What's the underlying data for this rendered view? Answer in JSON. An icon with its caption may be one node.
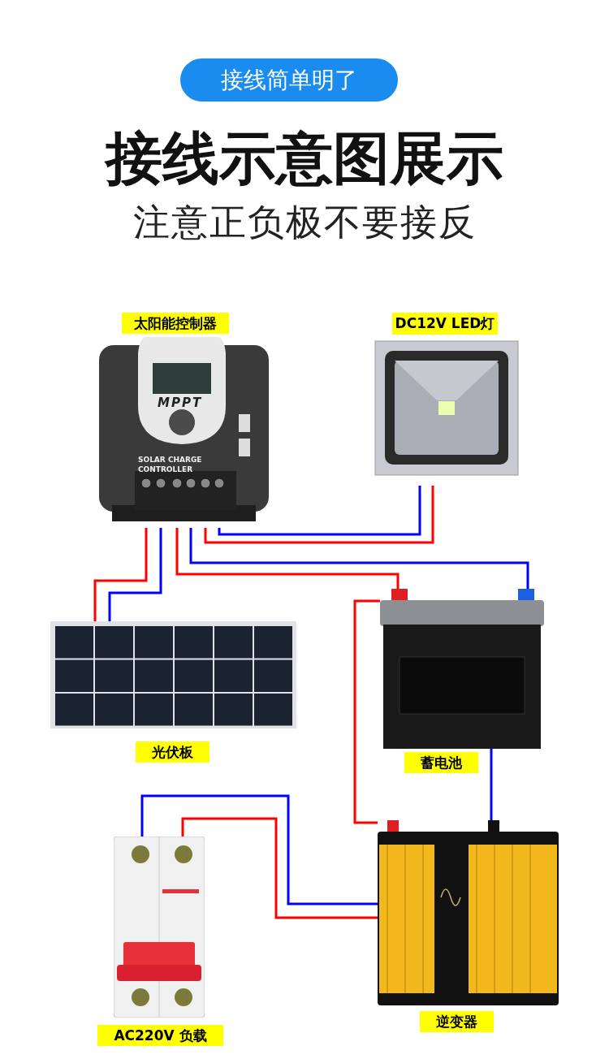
{
  "diagram": {
    "title": "接线示意图展示",
    "nodes": [
      {
        "text": [
          "太阳能控制器"
        ]
      },
      {
        "text": [
          "DC12V LED灯"
        ]
      },
      {
        "text": [
          "光伏板"
        ]
      },
      {
        "text": [
          "蓄电池"
        ]
      },
      {
        "text": [
          "AC220V 负载"
        ]
      },
      {
        "text": [
          "逆变器"
        ]
      }
    ],
    "edges": [
      {
        "from": 0,
        "to": 2,
        "arrow": "none",
        "color": "#ff0000"
      },
      {
        "from": 0,
        "to": 2,
        "arrow": "none",
        "color": "#0000ff"
      },
      {
        "from": 0,
        "to": 3,
        "arrow": "none",
        "color": "#ff0000"
      },
      {
        "from": 0,
        "to": 3,
        "arrow": "none",
        "color": "#0000ff"
      },
      {
        "from": 0,
        "to": 1,
        "arrow": "none",
        "color": "#ff0000"
      },
      {
        "from": 0,
        "to": 1,
        "arrow": "none",
        "color": "#0000ff"
      },
      {
        "from": 3,
        "to": 5,
        "arrow": "none",
        "color": "#ff0000"
      },
      {
        "from": 3,
        "to": 5,
        "arrow": "none",
        "color": "#0000ff"
      },
      {
        "from": 5,
        "to": 4,
        "arrow": "none",
        "color": "#0000ff"
      },
      {
        "from": 5,
        "to": 4,
        "arrow": "none",
        "color": "#ff0000"
      }
    ],
    "labels": [
      "接线简单明了",
      "注意正负极不要接反",
      "MPPT",
      "SOLAR CHARGE CONTROLLER"
    ]
  }
}
